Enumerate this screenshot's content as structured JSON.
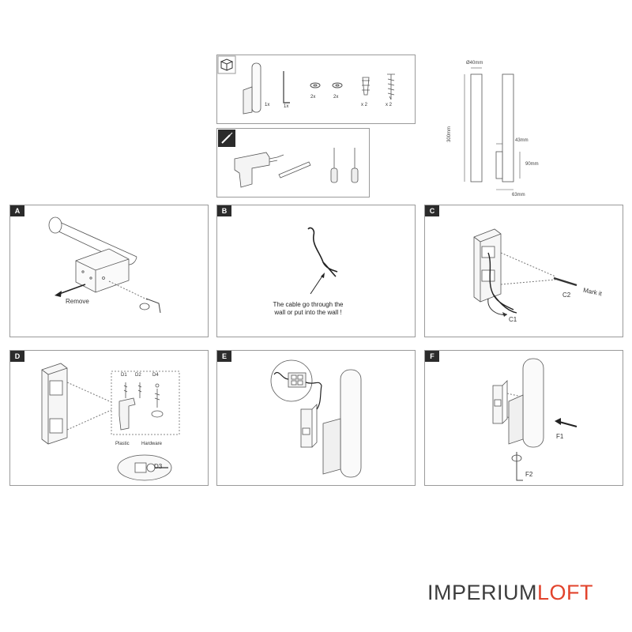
{
  "parts": {
    "quantities": [
      "1x",
      "1x",
      "2x",
      "2x",
      "x 2",
      "x 2"
    ]
  },
  "dimensions": {
    "diameter": "Ø40mm",
    "height": "300mm",
    "bracket_height": "43mm",
    "bracket_length": "90mm",
    "depth": "63mm"
  },
  "steps": [
    {
      "letter": "A",
      "labels": [
        "Remove"
      ]
    },
    {
      "letter": "B",
      "caption_line1": "The cable go through the",
      "caption_line2": "wall or put into the wall !"
    },
    {
      "letter": "C",
      "labels": [
        "C2",
        "Mark it",
        "C1"
      ]
    },
    {
      "letter": "D",
      "labels": [
        "D1",
        "D2",
        "D4",
        "Plastic",
        "Hardware",
        "D3"
      ]
    },
    {
      "letter": "E"
    },
    {
      "letter": "F",
      "labels": [
        "F1",
        "F2"
      ]
    }
  ],
  "logo": {
    "part1": "IMPERIUM",
    "part2": "LOFT"
  },
  "colors": {
    "line": "#555555",
    "frame": "#9a9a9a",
    "tag_bg": "#2b2b2b",
    "logo_dark": "#3d3d3d",
    "logo_accent": "#e2432c"
  }
}
